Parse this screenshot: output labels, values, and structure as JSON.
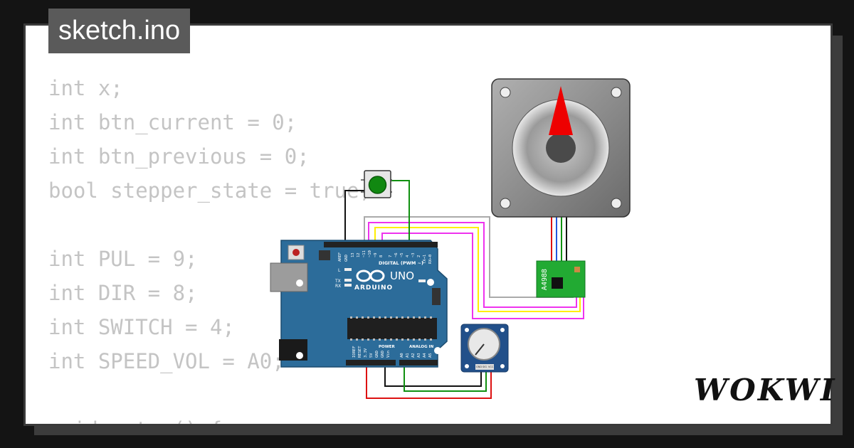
{
  "title": "sketch.ino",
  "code_lines": [
    "int x;",
    "int btn_current = 0;",
    "int btn_previous = 0;",
    "bool stepper_state = true;",
    "",
    "int PUL = 9;",
    "int DIR = 8;",
    "int SWITCH = 4;",
    "int SPEED_VOL = A0;",
    "",
    "void setup() {"
  ],
  "board": {
    "name": "UNO",
    "brand": "ARDUINO",
    "digital_label": "DIGITAL (PWM ~)",
    "analog_label": "ANALOG IN",
    "power_label": "POWER",
    "on_label": "ON",
    "tx_label": "TX",
    "rx_label": "RX",
    "l_label": "L",
    "pin_aref": "AREF",
    "pin_gnd": "GND",
    "digital_pins": [
      "13",
      "12",
      "~11",
      "~10",
      "~9",
      "8",
      "7",
      "~6",
      "~5",
      "4",
      "~3",
      "2",
      "TX→1",
      "RX←0"
    ],
    "power_pins": [
      "IOREF",
      "RESET",
      "3.3V",
      "5V",
      "GND",
      "GND",
      "Vin"
    ],
    "analog_pins": [
      "A0",
      "A1",
      "A2",
      "A3",
      "A4",
      "A5"
    ]
  },
  "driver": {
    "name": "A4988"
  },
  "potentiometer": {
    "pins": [
      "GND",
      "SIG",
      "VCC"
    ]
  },
  "logo": "WOKWI",
  "colors": {
    "board": "#2c6c9a",
    "wire_gray": "#aaaaaa",
    "wire_pink": "#ee33ee",
    "wire_yellow": "#ffee00",
    "wire_green": "#109010",
    "wire_red": "#dd1111",
    "wire_black": "#111111",
    "button_cap": "#118811",
    "needle": "#ee0000"
  }
}
